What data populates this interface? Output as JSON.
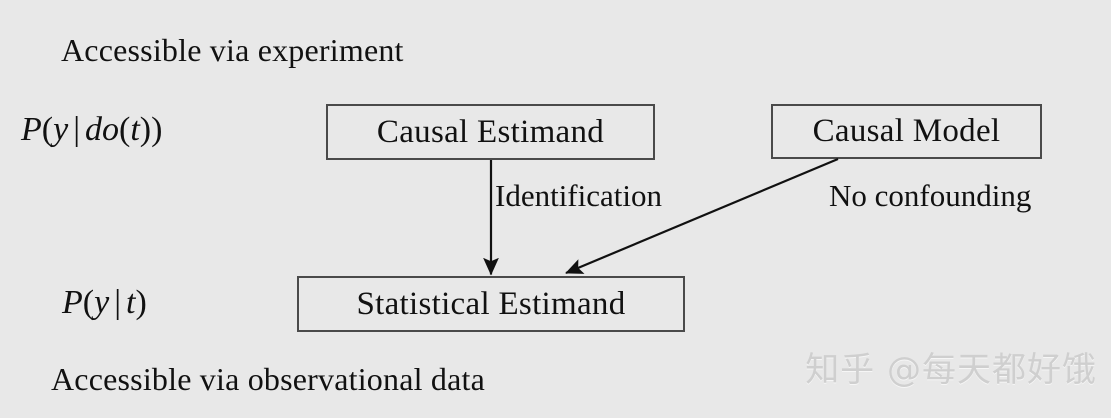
{
  "figure": {
    "background_color": "#e8e8e8",
    "ink_color": "#111111",
    "box_border_color": "#4a4a4a",
    "type": "flow-diagram"
  },
  "captions": {
    "top": "Accessible via experiment",
    "bottom": "Accessible via observational data"
  },
  "expressions": {
    "causal": {
      "p": "P",
      "open": "(",
      "y": "y",
      "bar": "|",
      "do": "do",
      "do_open": "(",
      "t": "t",
      "do_close": ")",
      "close": ")",
      "full": "P(y | do(t))"
    },
    "statistical": {
      "p": "P",
      "open": "(",
      "y": "y",
      "bar": "|",
      "t": "t",
      "close": ")",
      "full": "P(y | t)"
    }
  },
  "nodes": [
    {
      "id": "causal-estimand",
      "label": "Causal Estimand"
    },
    {
      "id": "causal-model",
      "label": "Causal Model"
    },
    {
      "id": "statistical-estimand",
      "label": "Statistical Estimand"
    }
  ],
  "edges": [
    {
      "id": "identification",
      "label": "Identification",
      "from": "causal-estimand",
      "to": "statistical-estimand",
      "arrow": "down"
    },
    {
      "id": "no-confounding",
      "label": "No confounding",
      "from": "causal-model",
      "to": "statistical-estimand",
      "arrow": "diagonal-down-left"
    }
  ],
  "watermark": {
    "text": "知乎 @每天都好饿",
    "color": "#cfcfcf"
  }
}
